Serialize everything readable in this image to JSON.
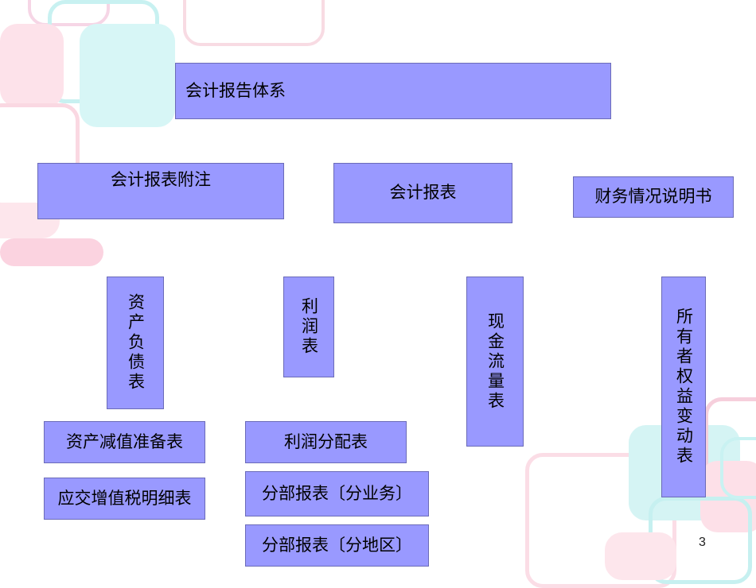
{
  "diagram": {
    "root": "会计报告体系",
    "level1": {
      "notes": "会计报表附注",
      "statements": "会计报表",
      "financial_explanation": "财务情况说明书"
    },
    "main_statements": {
      "balance_sheet": "资产负债表",
      "income_statement": "利润表",
      "cash_flow": "现金流量表",
      "equity_change": "所有者权益变动表"
    },
    "supporting_schedules": {
      "impairment": "资产减值准备表",
      "vat": "应交增值税明细表",
      "profit_distribution": "利润分配表",
      "segment_business": "分部报表〔分业务〕",
      "segment_region": "分部报表〔分地区〕"
    }
  },
  "page_number": "3",
  "colors": {
    "box_fill": "#9999ff",
    "box_border": "#6b6bb8"
  }
}
